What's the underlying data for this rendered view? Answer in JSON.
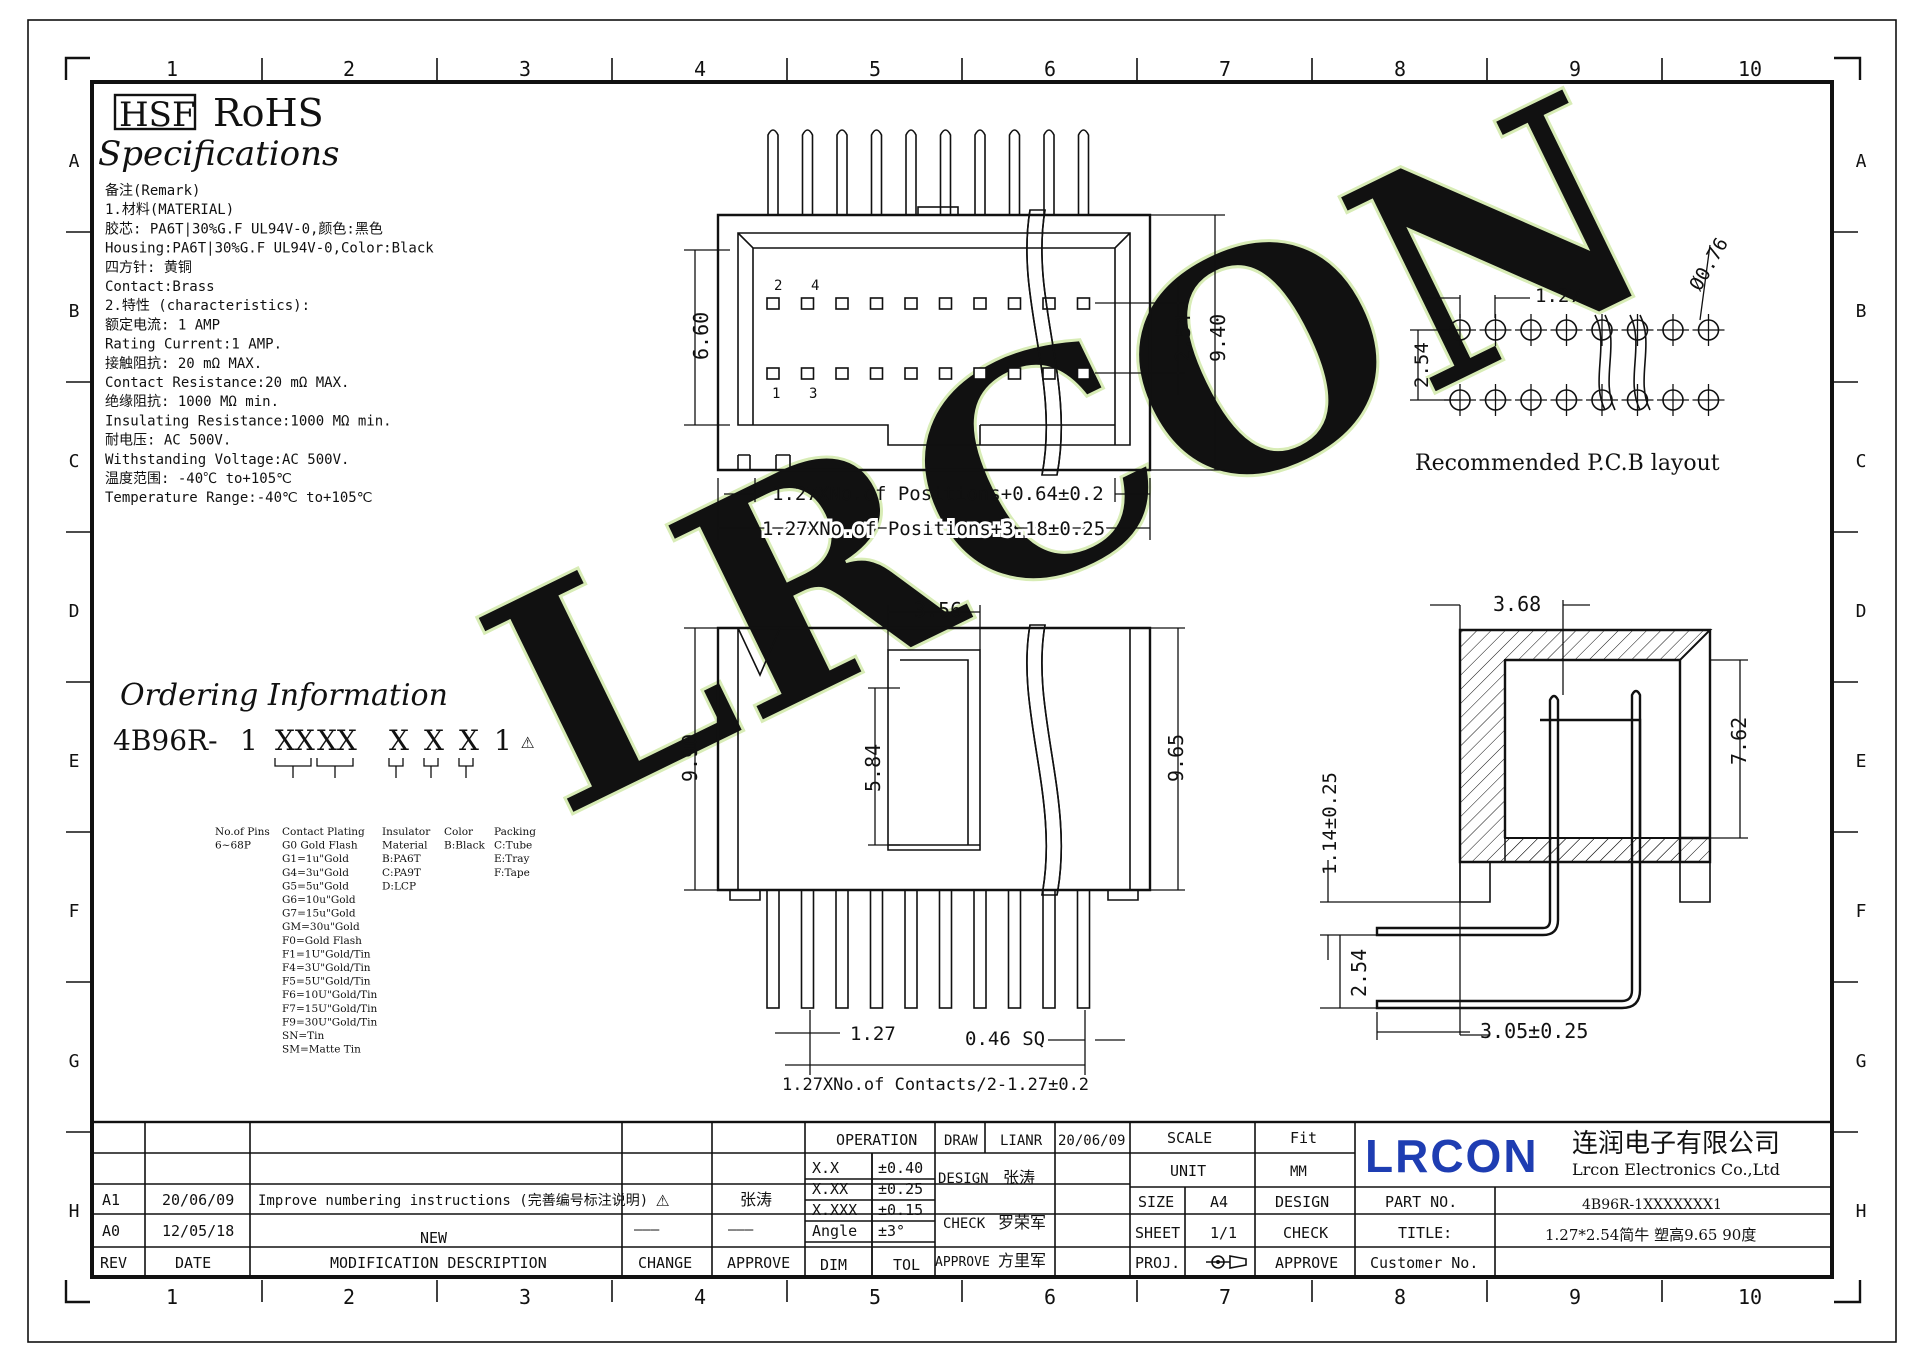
{
  "border": {
    "columns": [
      "1",
      "2",
      "3",
      "4",
      "5",
      "6",
      "7",
      "8",
      "9",
      "10"
    ],
    "rows": [
      "A",
      "B",
      "C",
      "D",
      "E",
      "F",
      "G",
      "H"
    ]
  },
  "header": {
    "hsf": "HSF",
    "rohs": "RoHS",
    "title": "Specifications"
  },
  "remarks": [
    "备注(Remark)",
    "1.材料(MATERIAL)",
    "胶芯: PA6T|30%G.F UL94V-0,颜色:黑色",
    "Housing:PA6T|30%G.F UL94V-0,Color:Black",
    "四方针: 黄铜",
    "Contact:Brass",
    "2.特性 (characteristics):",
    "额定电流: 1 AMP",
    "Rating Current:1 AMP.",
    "接触阻抗: 20 mΩ MAX.",
    "Contact Resistance:20 mΩ MAX.",
    "绝缘阻抗: 1000 MΩ min.",
    "Insulating Resistance:1000 MΩ min.",
    "耐电压: AC 500V.",
    "Withstanding Voltage:AC 500V.",
    "温度范围: -40℃ to+105℃",
    "Temperature Range:-40℃ to+105℃"
  ],
  "ordering": {
    "title": "Ordering Information",
    "code": [
      "4B96R-",
      "1",
      "XX",
      "XX",
      "X",
      "X",
      "X",
      "1"
    ],
    "pins": [
      "No.of Pins",
      "6~68P"
    ],
    "plating": [
      "Contact Plating",
      "G0 Gold Flash",
      "G1=1u\"Gold",
      "G4=3u\"Gold",
      "G5=5u\"Gold",
      "G6=10u\"Gold",
      "G7=15u\"Gold",
      "GM=30u\"Gold",
      "F0=Gold Flash",
      "F1=1U\"Gold/Tin",
      "F4=3U\"Gold/Tin",
      "F5=5U\"Gold/Tin",
      "F6=10U\"Gold/Tin",
      "F7=15U\"Gold/Tin",
      "F9=30U\"Gold/Tin",
      "SN=Tin",
      "SM=Matte Tin"
    ],
    "insulator": [
      "Insulator",
      "Material",
      "B:PA6T",
      "C:PA9T",
      "D:LCP"
    ],
    "color": [
      "Color",
      "B:Black"
    ],
    "packing": [
      "Packing",
      "C:Tube",
      "E:Tray",
      "F:Tape"
    ]
  },
  "views": {
    "top": {
      "pin_a": "2",
      "pin_b": "4",
      "pin_c": "1",
      "pin_d": "3",
      "h1": "6.60",
      "h2": "2.54",
      "h3": "9.40",
      "w1": "1.27XNo.of Positions+0.64±0.2",
      "w2": "1.27XNo.of Positions+3.18±0.25"
    },
    "front": {
      "a": "3.56",
      "b": "9.90",
      "c": "5.84",
      "d": "9.65",
      "pitch": "1.27",
      "sq": "0.46 SQ",
      "w": "1.27XNo.of Contacts/2-1.27±0.2"
    },
    "pcb": {
      "pitch": "1.27",
      "hole": "Ø0.76",
      "row": "2.54",
      "caption": "Recommended P.C.B layout"
    },
    "side": {
      "a": "3.68",
      "b": "7.62",
      "c": "1.14±0.25",
      "d": "2.54",
      "e": "3.05±0.25"
    }
  },
  "title_block": {
    "rows": [
      {
        "rev": "A1",
        "date": "20/06/09",
        "desc": "Improve numbering instructions (完善编号标注说明)",
        "change": "⚠",
        "approve": "张涛"
      },
      {
        "rev": "A0",
        "date": "12/05/18",
        "desc": "NEW",
        "change": "———",
        "approve": "———"
      }
    ],
    "headers": {
      "rev": "REV",
      "date": "DATE",
      "desc": "MODIFICATION DESCRIPTION",
      "change": "CHANGE",
      "approve": "APPROVE"
    },
    "operation": "OPERATION",
    "tolerances": [
      [
        "X.X",
        "±0.40"
      ],
      [
        "X.XX",
        "±0.25"
      ],
      [
        "X.XXX",
        "±0.15"
      ],
      [
        "Angle",
        "±3°"
      ]
    ],
    "dim": "DIM",
    "tol": "TOL",
    "draw": "DRAW",
    "draw_name": "LIANR",
    "draw_date": "20/06/09",
    "design": "DESIGN",
    "design_name": "张涛",
    "check": "CHECK",
    "check_name": "罗荣军",
    "approve": "APPROVE",
    "approve_name": "方里军",
    "scale": "SCALE",
    "fit": "Fit",
    "unit": "UNIT",
    "mm": "MM",
    "size": "SIZE",
    "size_val": "A4",
    "design2": "DESIGN",
    "sheet": "SHEET",
    "sheet_val": "1/1",
    "check2": "CHECK",
    "proj": "PROJ.",
    "approve2": "APPROVE",
    "company_logo": "LRCON",
    "company_cn": "连润电子有限公司",
    "company_en": "Lrcon Electronics Co.,Ltd",
    "part_no_label": "PART NO.",
    "part_no": "4B96R-1XXXXXXX1",
    "title_label": "TITLE:",
    "title": "1.27*2.54简牛 塑高9.65 90度",
    "customer_label": "Customer No."
  },
  "watermark": "LRCON",
  "colors": {
    "ink": "#111111",
    "logo": "#1e3db2",
    "watermark": "#d8ecb6"
  }
}
